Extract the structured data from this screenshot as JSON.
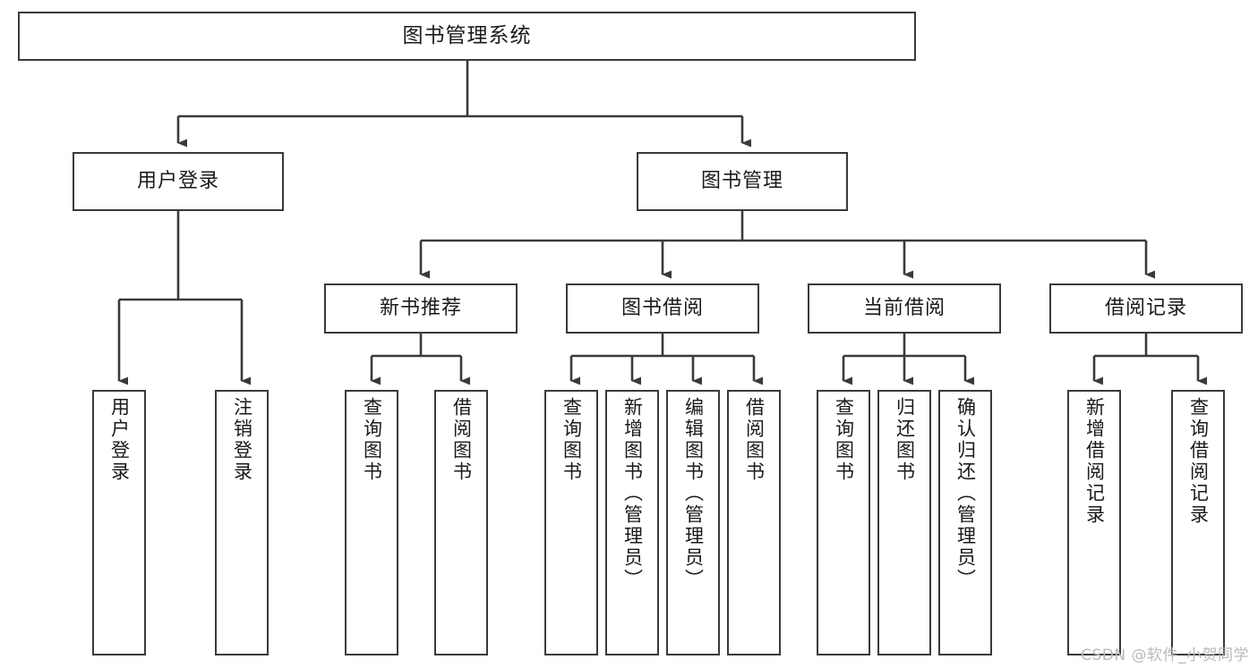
{
  "diagram": {
    "title": "图书管理系统",
    "type": "tree",
    "root": {
      "id": "root",
      "label": "图书管理系统"
    },
    "level2": [
      {
        "id": "user-login",
        "label": "用户登录"
      },
      {
        "id": "book-manage",
        "label": "图书管理"
      }
    ],
    "level3": [
      {
        "id": "new-book-recommend",
        "label": "新书推荐",
        "parent": "book-manage"
      },
      {
        "id": "book-borrow",
        "label": "图书借阅",
        "parent": "book-manage"
      },
      {
        "id": "current-borrow",
        "label": "当前借阅",
        "parent": "book-manage"
      },
      {
        "id": "borrow-record",
        "label": "借阅记录",
        "parent": "book-manage"
      }
    ],
    "leaves": [
      {
        "id": "leaf-user-login",
        "label": "用户登录",
        "parent": "user-login"
      },
      {
        "id": "leaf-user-logout",
        "label": "注销登录",
        "parent": "user-login"
      },
      {
        "id": "leaf-query-book-1",
        "label": "查询图书",
        "parent": "new-book-recommend"
      },
      {
        "id": "leaf-borrow-book-1",
        "label": "借阅图书",
        "parent": "new-book-recommend"
      },
      {
        "id": "leaf-query-book-2",
        "label": "查询图书",
        "parent": "book-borrow"
      },
      {
        "id": "leaf-add-book",
        "label": "新增图书（管理员）",
        "parent": "book-borrow"
      },
      {
        "id": "leaf-edit-book",
        "label": "编辑图书（管理员）",
        "parent": "book-borrow"
      },
      {
        "id": "leaf-borrow-book-2",
        "label": "借阅图书",
        "parent": "book-borrow"
      },
      {
        "id": "leaf-query-book-3",
        "label": "查询图书",
        "parent": "current-borrow"
      },
      {
        "id": "leaf-return-book",
        "label": "归还图书",
        "parent": "current-borrow"
      },
      {
        "id": "leaf-confirm-return",
        "label": "确认归还（管理员）",
        "parent": "current-borrow"
      },
      {
        "id": "leaf-add-record",
        "label": "新增借阅记录",
        "parent": "borrow-record"
      },
      {
        "id": "leaf-query-record",
        "label": "查询借阅记录",
        "parent": "borrow-record"
      }
    ],
    "watermark": "CSDN @软件_小贺同学",
    "colors": {
      "border": "#3a3a3a",
      "background": "#ffffff",
      "text": "#1a1a1a",
      "watermark": "#b9b9b9"
    }
  }
}
